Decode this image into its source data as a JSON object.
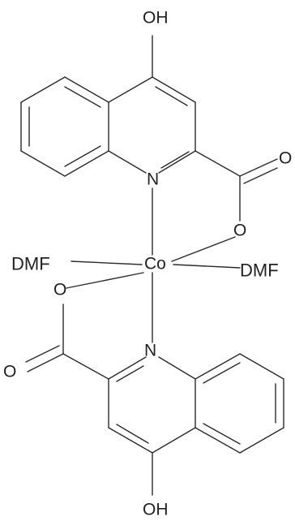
{
  "diagram": {
    "atoms": {
      "oh_top": "OH",
      "n_top": "N",
      "o_carbonyl_top": "O",
      "o_bridge_top": "O",
      "dmf_left": "DMF",
      "co": "Co",
      "dmf_right": "DMF",
      "o_bridge_bottom": "O",
      "n_bottom": "N",
      "o_carbonyl_bottom": "O",
      "oh_bottom": "OH"
    }
  }
}
